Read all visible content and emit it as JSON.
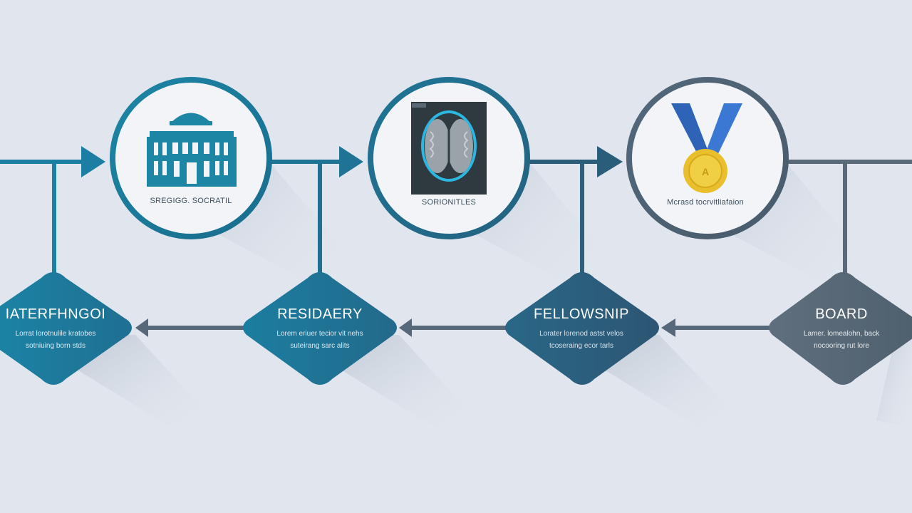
{
  "colors": {
    "background": "#e1e6ee",
    "stage1": "#1c7f9f",
    "stage2": "#226e8c",
    "stage3": "#2d5d7c",
    "stage4": "#566776",
    "circle_fill": "#f2f4f7",
    "shadow": "#c9d0da",
    "medal_ribbon": "#2e63b8",
    "medal_gold": "#e9bf2b"
  },
  "stages": [
    {
      "icon": "building-icon",
      "circle_label": "SREGIGG. SOCRATIL",
      "title": "IATERFHNGOI",
      "desc1": "Lorrat lorotnulile kratobes",
      "desc2": "sotniuing born stds"
    },
    {
      "icon": "brain-scan-icon",
      "circle_label": "SORIONITLES",
      "title": "RESIDAERY",
      "desc1": "Lorem eriuer tecior vit nehs",
      "desc2": "suteirang sarc alits"
    },
    {
      "icon": "medal-icon",
      "circle_label": "Mcrasd tocrvitliafaion",
      "title": "FELLOWSNIP",
      "desc1": "Lorater lorenod astst velos",
      "desc2": "tcoseraing ecor tarls"
    },
    {
      "icon": "",
      "circle_label": "",
      "title": "BOARD",
      "desc1": "Lamer. lomealohn, back",
      "desc2": "nocooring rut lore"
    }
  ]
}
